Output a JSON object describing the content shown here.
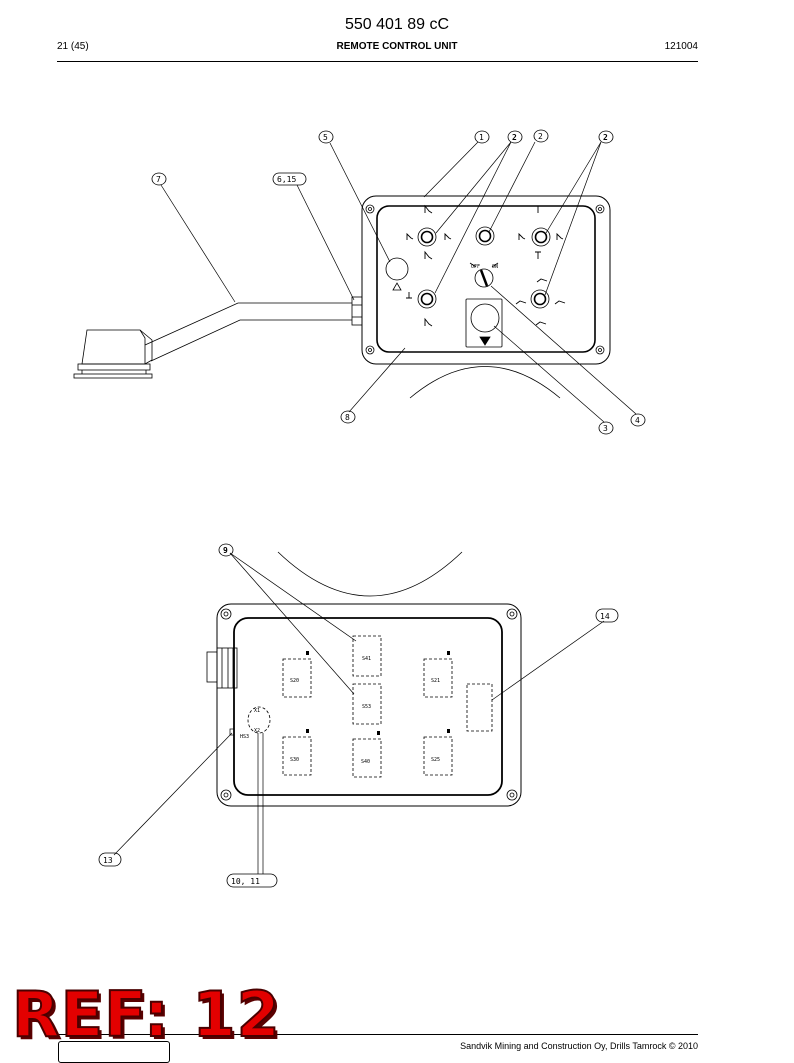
{
  "header": {
    "doc_number": "550 401 89 cC",
    "page": "21 (45)",
    "title": "REMOTE CONTROL UNIT",
    "date": "121004"
  },
  "footer": {
    "copyright": "Sandvik Mining and Construction Oy, Drills Tamrock © 2010",
    "stamp": "REF: 12"
  },
  "top_view": {
    "callouts": [
      "5",
      "1",
      "2",
      "2",
      "2",
      "7",
      "6,15",
      "8",
      "3",
      "4"
    ],
    "switch_labels": {
      "off": "OFF",
      "on": "ON"
    }
  },
  "bottom_view": {
    "callouts": [
      "9",
      "14",
      "13",
      "10, 11"
    ],
    "component_labels": [
      "S41",
      "S53",
      "S20",
      "S21",
      "S30",
      "S25",
      "S40",
      "X1",
      "X2",
      "HS3"
    ]
  }
}
